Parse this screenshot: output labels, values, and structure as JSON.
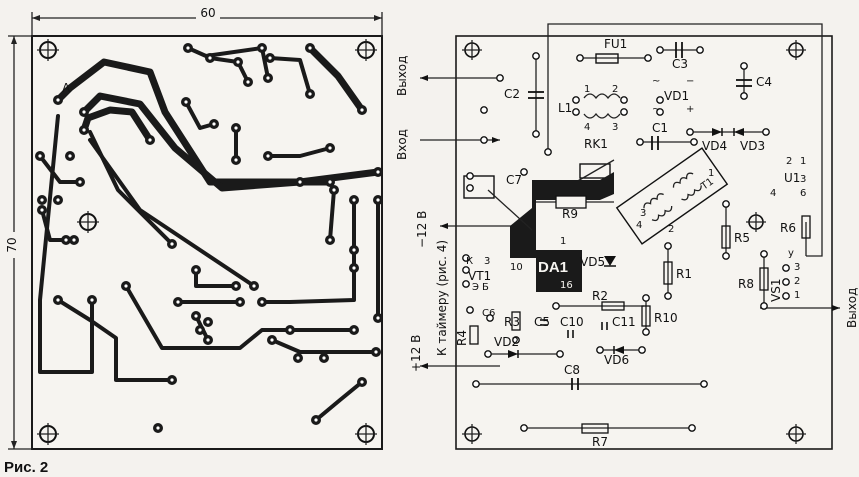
{
  "figure_caption": "Рис. 2",
  "dims": {
    "width_label": "60",
    "height_label": "70"
  },
  "left_board": {
    "marker": "A"
  },
  "right_board": {
    "side_labels": {
      "output_top": "Выход",
      "input": "Вход",
      "minus12": "−12 В",
      "timer": "К таймеру (рис. 4)",
      "plus12": "+12 В",
      "output_right": "Выход"
    },
    "components": {
      "FU1": "FU1",
      "C3": "C3",
      "C4": "C4",
      "C2": "C2",
      "L1": "L1",
      "VD1": "VD1",
      "C1": "C1",
      "RK1": "RK1",
      "VD4": "VD4",
      "VD3": "VD3",
      "U1": "U1",
      "C7": "C7",
      "R9": "R9",
      "R5": "R5",
      "R6": "R6",
      "DA1": "DA1",
      "VD5": "VD5",
      "R1": "R1",
      "VT1": "VT1",
      "R8": "R8",
      "VS1": "VS1",
      "R2": "R2",
      "R3": "R3",
      "C5": "C5",
      "C10": "C10",
      "C11": "C11",
      "R10": "R10",
      "R4": "R4",
      "C6": "C6",
      "VD2": "VD2",
      "VD6": "VD6",
      "C8": "C8",
      "R7": "R7",
      "T1": "T1"
    },
    "pins": {
      "l1_1": "1",
      "l1_2": "2",
      "l1_3": "3",
      "l1_4": "4",
      "u1_2": "2",
      "u1_1": "1",
      "u1_3": "3",
      "u1_6": "6",
      "u1_4": "4",
      "da_1": "1",
      "da_10": "10",
      "da_16": "16",
      "vt_k": "К",
      "vt_3": "3",
      "vt_e": "Э",
      "vt_b": "Б",
      "vs_u": "у",
      "vs_3": "3",
      "vs_2": "2",
      "vs_1": "1",
      "t_1": "1",
      "t_2": "2",
      "t_3": "3",
      "t_4": "4"
    },
    "vd1_marks": {
      "ac1": "~",
      "ac2": "~",
      "minus": "−",
      "plus": "+"
    }
  }
}
